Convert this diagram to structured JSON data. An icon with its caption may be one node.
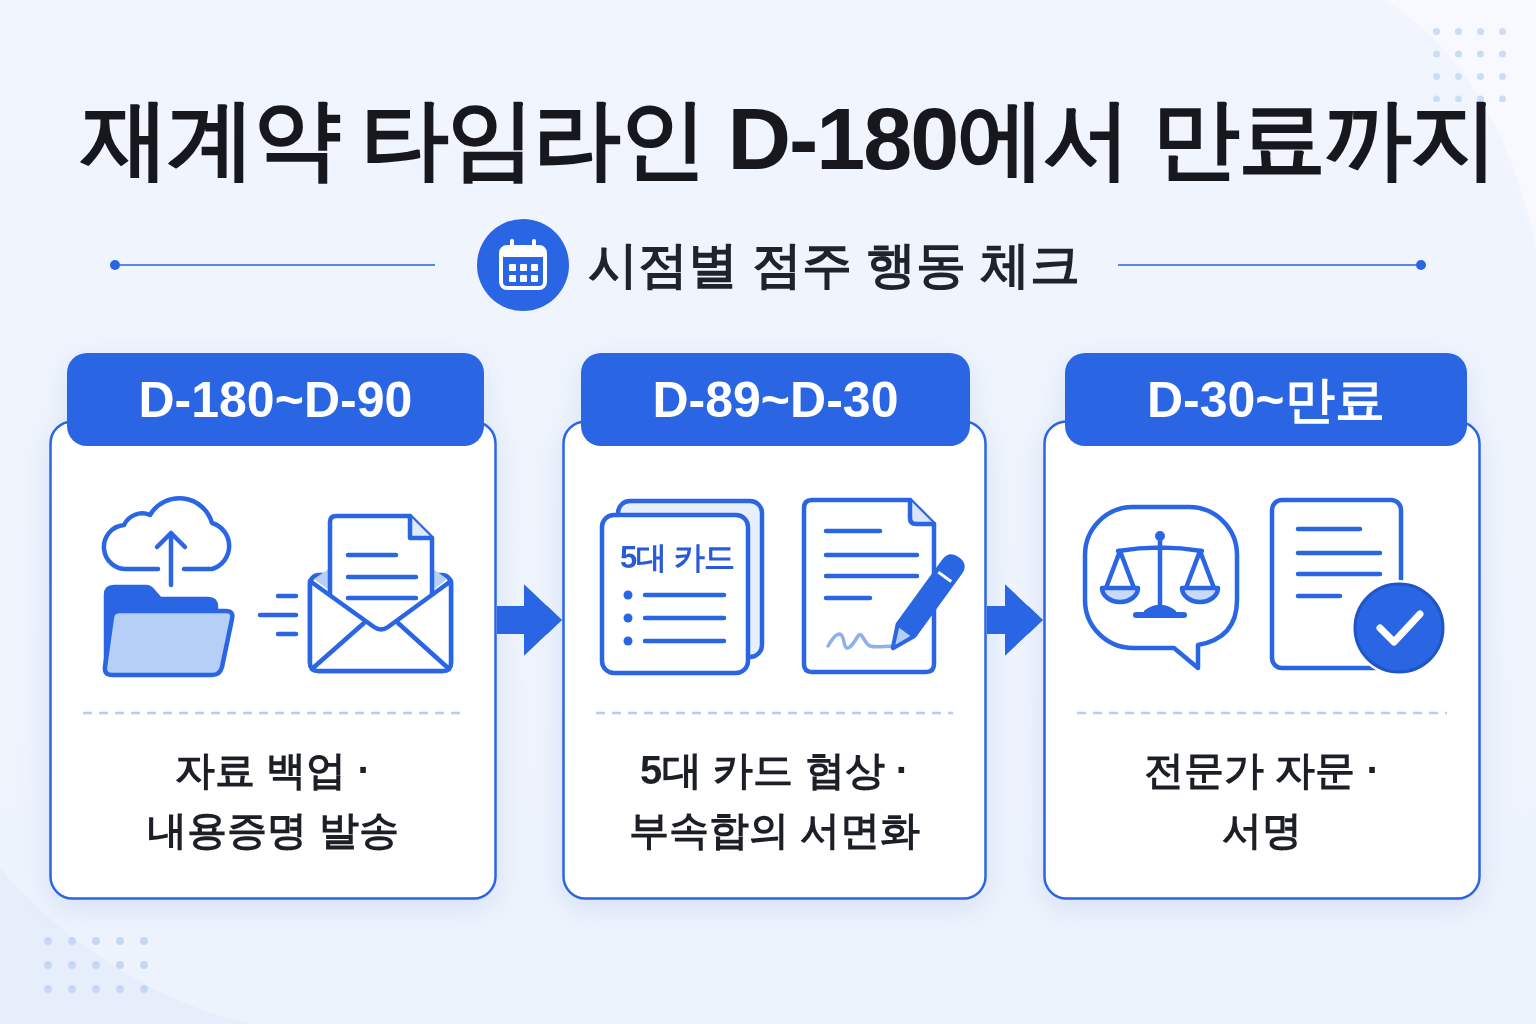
{
  "diagram": {
    "title": "재계약 타임라인 **D-180에서 만료까지**",
    "nodes": [
      {
        "text": [
          "D-180~D-90",
          "자료 백업 · 내용증명 발송"
        ]
      },
      {
        "text": [
          "D-89~D-30",
          "5대 카드 협상 · 부속합의 서면화"
        ]
      },
      {
        "text": [
          "D-30~만료",
          "전문가 자문 · 서명"
        ]
      }
    ],
    "edges": [
      {
        "from": 0,
        "to": 1,
        "arrow": "to"
      },
      {
        "from": 1,
        "to": 2,
        "arrow": "to"
      }
    ],
    "labels": [
      "시점별 점주 행동 체크",
      "5대 카드"
    ]
  }
}
